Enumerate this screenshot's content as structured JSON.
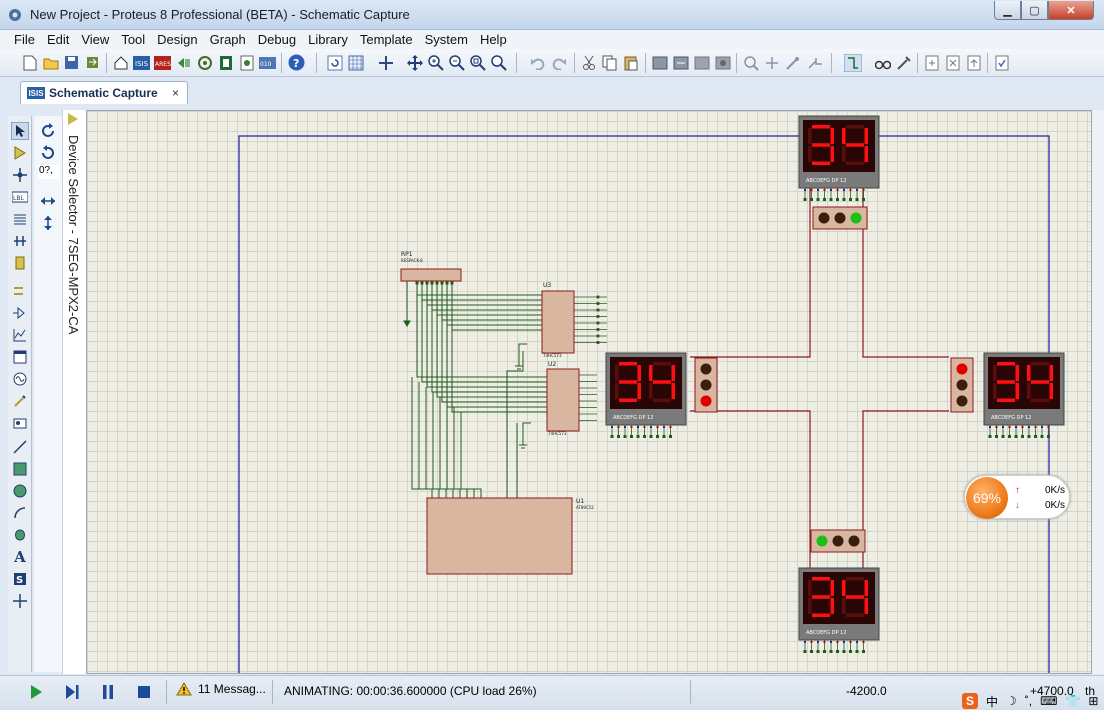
{
  "window": {
    "title": "New Project - Proteus 8 Professional (BETA) - Schematic Capture"
  },
  "menu": [
    "File",
    "Edit",
    "View",
    "Tool",
    "Design",
    "Graph",
    "Debug",
    "Library",
    "Template",
    "System",
    "Help"
  ],
  "tabs": [
    {
      "icon_text": "ISIS",
      "label": "Schematic Capture",
      "close": "×"
    }
  ],
  "rotation": {
    "value": "0?,"
  },
  "device_selector": {
    "label": "Device Selector - 7SEG-MPX2-CA"
  },
  "schematic": {
    "resistor_pack": {
      "name": "RP1",
      "sub": "RESPACK-8"
    },
    "chips": [
      {
        "name": "U3",
        "sub": "74HC573"
      },
      {
        "name": "U2",
        "sub": "74HC573"
      },
      {
        "name": "U1",
        "sub": "AT89C52"
      }
    ],
    "displays": [
      {
        "digits": "34",
        "pins": "ABCDEFG  DP    12"
      },
      {
        "digits": "34",
        "pins": "ABCDEFG  DP    12"
      },
      {
        "digits": "34",
        "pins": "ABCDEFG  DP    12"
      },
      {
        "digits": "34",
        "pins": "ABCDEFG  DP    12"
      }
    ],
    "colors": {
      "wire": "#1e5c1e",
      "border": "#1a1aa8",
      "segment": "#ff1010",
      "red_light": "#e00000",
      "green_light": "#18c018",
      "off_light": "#3a1f0f"
    }
  },
  "net_widget": {
    "cpu": "69%",
    "up": "0K/s",
    "down": "0K/s"
  },
  "status": {
    "messages": "11 Messag...",
    "animation": "ANIMATING: 00:00:36.600000 (CPU load 26%)",
    "x": "-4200.0",
    "y": "+4700.0",
    "unit": "th"
  },
  "ime": {
    "logo": "S",
    "items": [
      "中",
      "☽",
      "˚,",
      "⌨",
      "👕",
      "⊞"
    ]
  }
}
